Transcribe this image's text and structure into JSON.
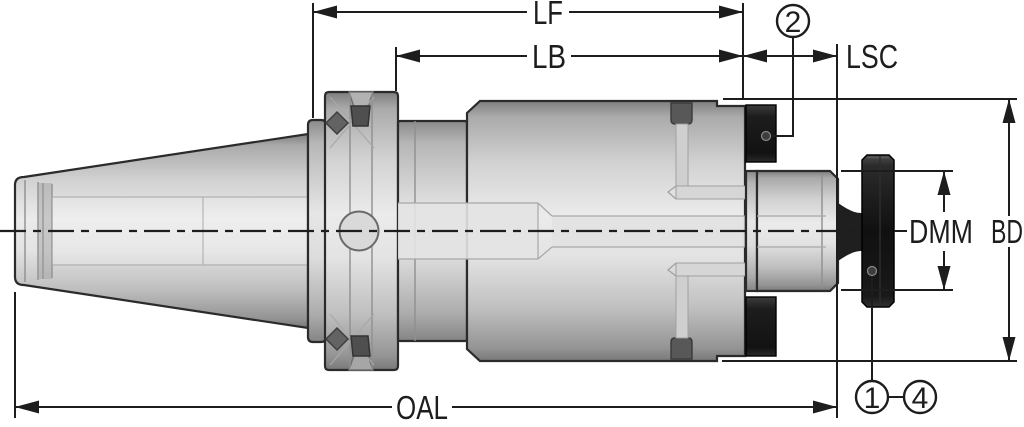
{
  "diagram": {
    "dimension_labels": {
      "lf": "LF",
      "lb": "LB",
      "lsc": "LSC",
      "oal": "OAL",
      "dmm": "DMM",
      "bd": "BD"
    },
    "callouts": {
      "c2": "2",
      "c1": "1",
      "c4": "4"
    },
    "colors": {
      "background": "#ffffff",
      "line": "#1d1d1d",
      "metal_highlight": "#ececec",
      "metal_mid": "#c9c9c9",
      "metal_shadow": "#7e7e7e",
      "key_black": "#161616",
      "slot_gray": "#585858"
    }
  }
}
